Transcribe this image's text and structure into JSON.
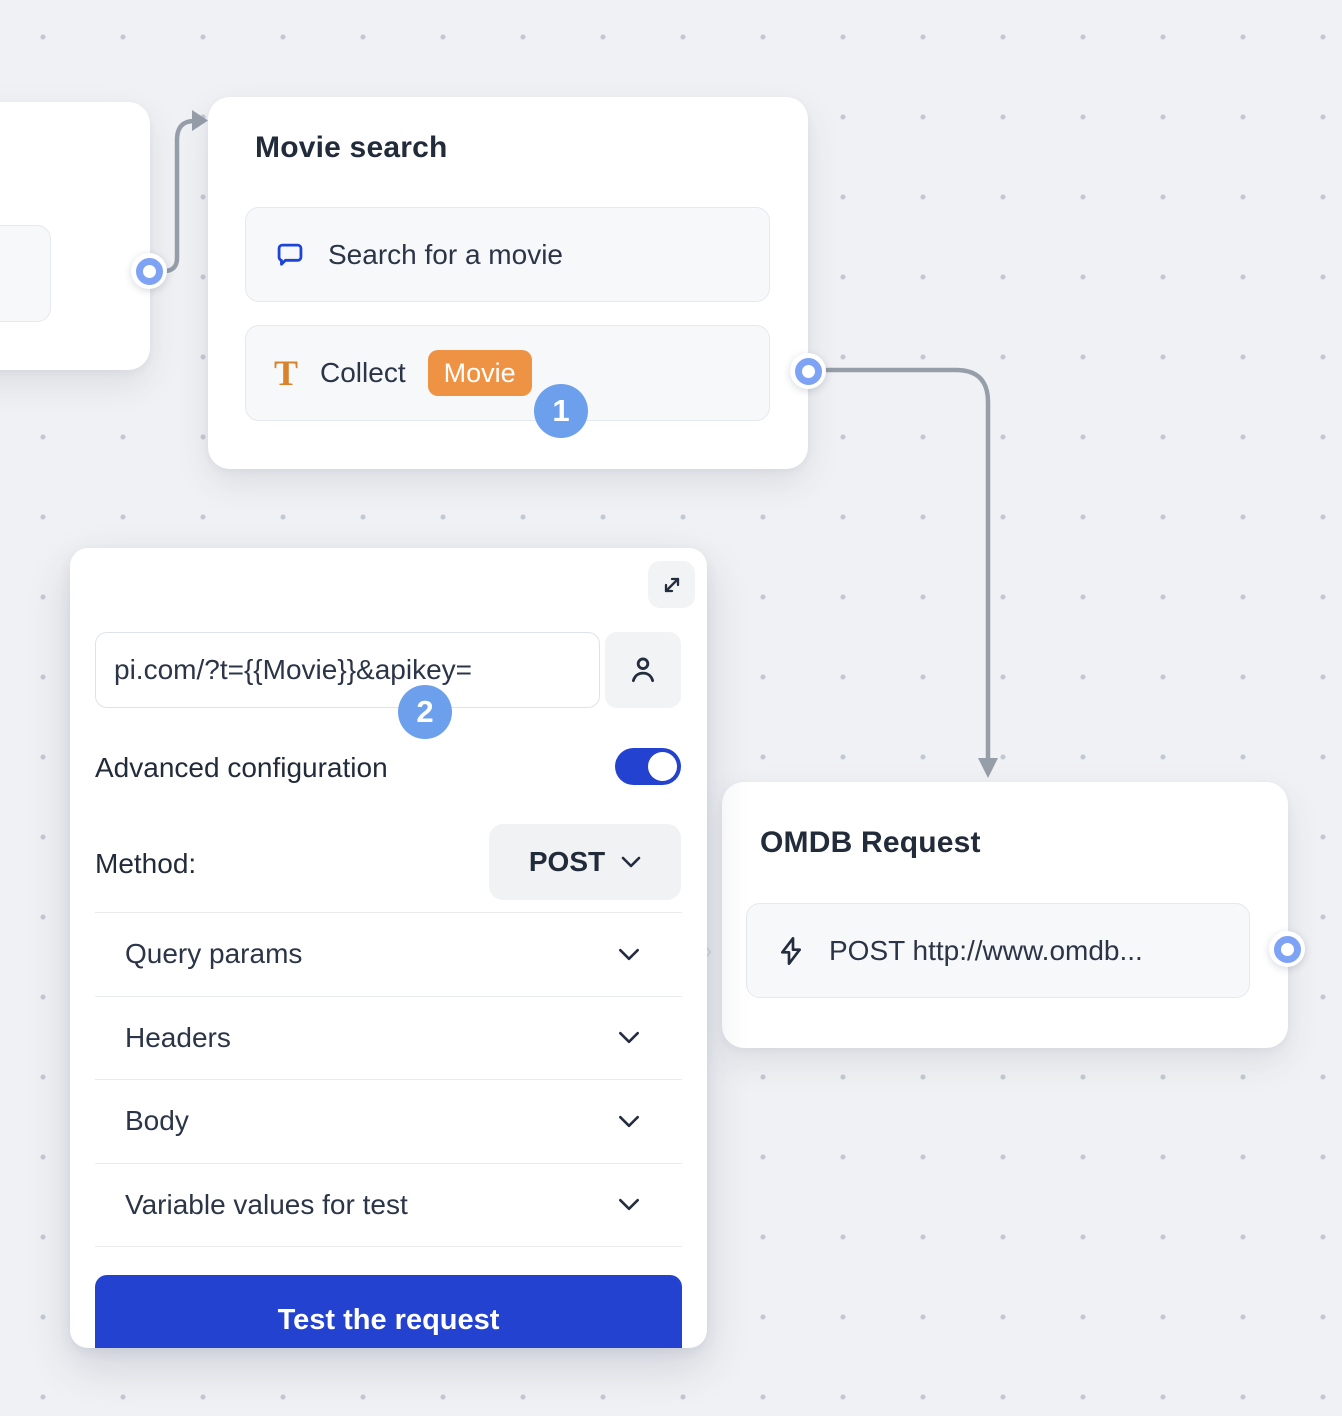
{
  "canvas": {
    "background": "#f0f1f4",
    "dot_color": "#c3c9d4",
    "edge_color": "#969ea9",
    "port_color": "#7ea2f4"
  },
  "colors": {
    "accent_blue": "#2342cf",
    "step_badge_blue": "#6da0ec",
    "badge_orange": "#ee9243",
    "icon_blue": "#1d43d8",
    "icon_orange": "#d9822b",
    "text_dark": "#222b3a"
  },
  "annotations": {
    "step1": "1",
    "step2": "2"
  },
  "nodes": {
    "movie_search": {
      "title": "Movie search",
      "items": [
        {
          "icon": "chat-bubble-icon",
          "label": "Search for a movie"
        },
        {
          "icon": "text-input-icon",
          "label": "Collect",
          "badge": "Movie"
        }
      ]
    },
    "omdb_request": {
      "title": "OMDB Request",
      "items": [
        {
          "icon": "zap-icon",
          "label": "POST http://www.omdb..."
        }
      ]
    }
  },
  "panel": {
    "url_value": "pi.com/?t={{Movie}}&apikey=",
    "icons": [
      "expand-icon",
      "person-icon"
    ],
    "advanced_label": "Advanced configuration",
    "advanced_on": true,
    "method_label": "Method:",
    "method_value": "POST",
    "sections": [
      "Query params",
      "Headers",
      "Body",
      "Variable values for test"
    ],
    "test_button_label": "Test the request"
  }
}
